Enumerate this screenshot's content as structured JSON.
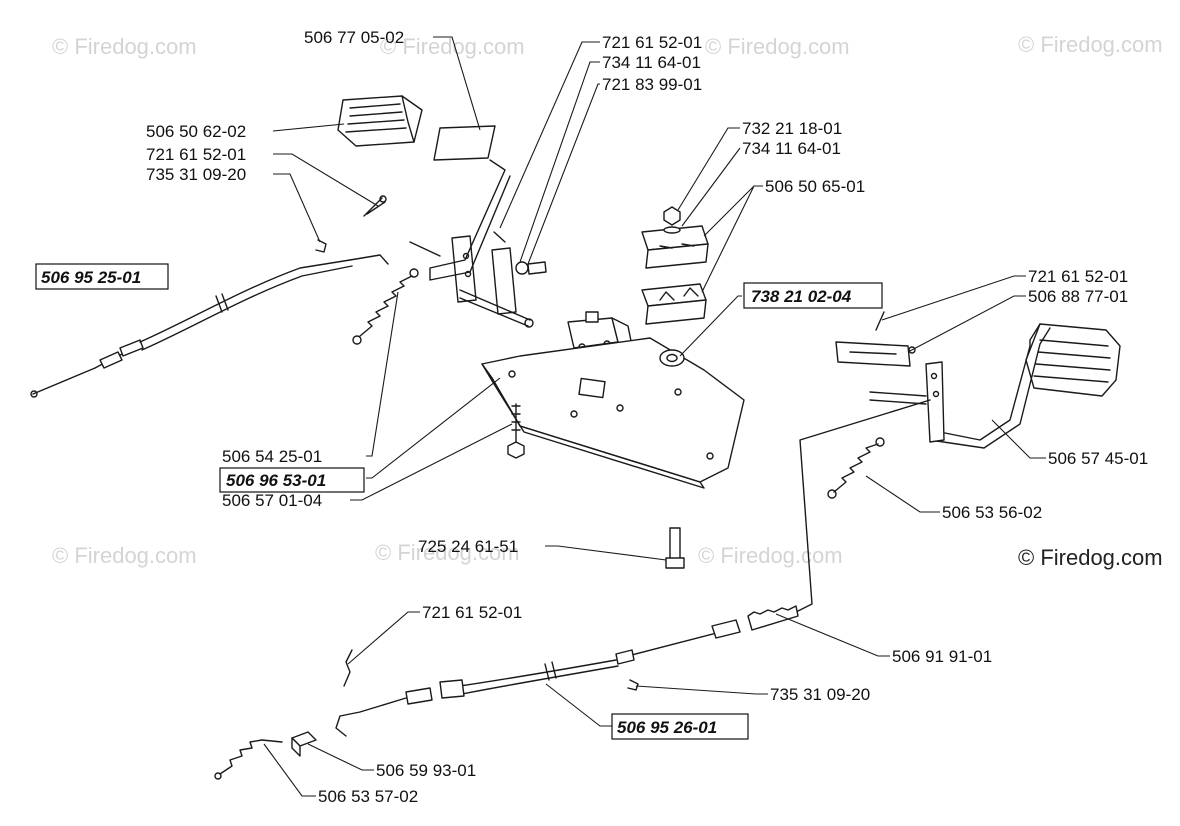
{
  "watermark": "© Firedog.com",
  "copyright_notice": "© Firedog.com",
  "part_labels": [
    "506 77 05-02",
    "721 61 52-01",
    "734 11 64-01",
    "721 83 99-01",
    "506 50 62-02",
    "721 61 52-01",
    "735 31 09-20",
    "732 21 18-01",
    "734 11 64-01",
    "506 50 65-01",
    "506 95 25-01",
    "738 21 02-04",
    "721 61 52-01",
    "506 88 77-01",
    "506 54 25-01",
    "506 96 53-01",
    "506 57 01-04",
    "506 57 45-01",
    "506 53 56-02",
    "725 24 61-51",
    "721 61 52-01",
    "506 91 91-01",
    "735 31 09-20",
    "506 95 26-01",
    "506 59 93-01",
    "506 53 57-02"
  ],
  "highlighted_parts": [
    "506 95 25-01",
    "738 21 02-04",
    "506 96 53-01",
    "506 95 26-01"
  ]
}
